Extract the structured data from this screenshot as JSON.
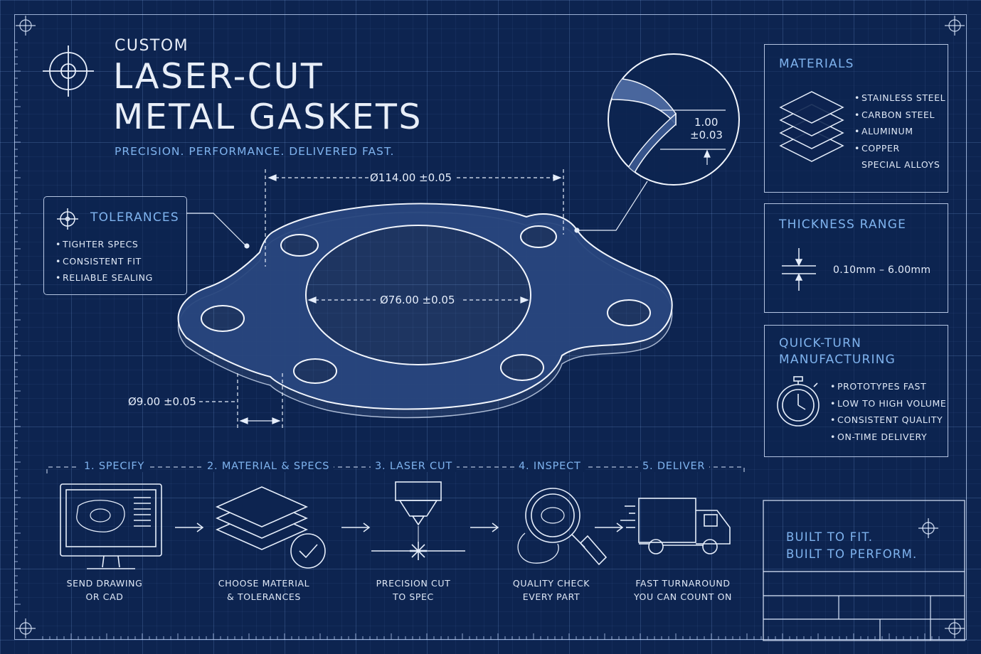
{
  "header": {
    "kicker": "CUSTOM",
    "title_line1": "LASER-CUT",
    "title_line2": "METAL GASKETS",
    "tagline": "PRECISION. PERFORMANCE. DELIVERED FAST."
  },
  "tolerances": {
    "title": "TOLERANCES",
    "items": [
      "TIGHTER SPECS",
      "CONSISTENT FIT",
      "RELIABLE SEALING"
    ]
  },
  "dimensions": {
    "outer": "Ø114.00 ±0.05",
    "inner": "Ø76.00 ±0.05",
    "hole": "Ø9.00 ±0.05",
    "thickness_value": "1.00",
    "thickness_tol": "±0.03"
  },
  "materials": {
    "title": "MATERIALS",
    "items": [
      "STAINLESS STEEL",
      "CARBON STEEL",
      "ALUMINUM",
      "COPPER",
      "SPECIAL ALLOYS"
    ]
  },
  "thickness": {
    "title": "THICKNESS RANGE",
    "range": "0.10mm – 6.00mm"
  },
  "quickturn": {
    "title_line1": "QUICK-TURN",
    "title_line2": "MANUFACTURING",
    "items": [
      "PROTOTYPES FAST",
      "LOW TO HIGH VOLUME",
      "CONSISTENT QUALITY",
      "ON-TIME DELIVERY"
    ]
  },
  "steps": [
    {
      "title": "1. SPECIFY",
      "cap1": "SEND DRAWING",
      "cap2": "OR CAD",
      "icon": "monitor-icon"
    },
    {
      "title": "2. MATERIAL & SPECS",
      "cap1": "CHOOSE MATERIAL",
      "cap2": "& TOLERANCES",
      "icon": "layers-check-icon"
    },
    {
      "title": "3. LASER CUT",
      "cap1": "PRECISION CUT",
      "cap2": "TO SPEC",
      "icon": "laser-icon"
    },
    {
      "title": "4. INSPECT",
      "cap1": "QUALITY CHECK",
      "cap2": "EVERY PART",
      "icon": "magnifier-icon"
    },
    {
      "title": "5. DELIVER",
      "cap1": "FAST TURNAROUND",
      "cap2": "YOU CAN COUNT ON",
      "icon": "truck-icon"
    }
  ],
  "title_block": {
    "line1": "BUILT TO FIT.",
    "line2": "BUILT TO PERFORM."
  },
  "colors": {
    "background": "#0d2450",
    "accent_blue": "#7fb3ee",
    "line_white": "#e6eefb"
  }
}
